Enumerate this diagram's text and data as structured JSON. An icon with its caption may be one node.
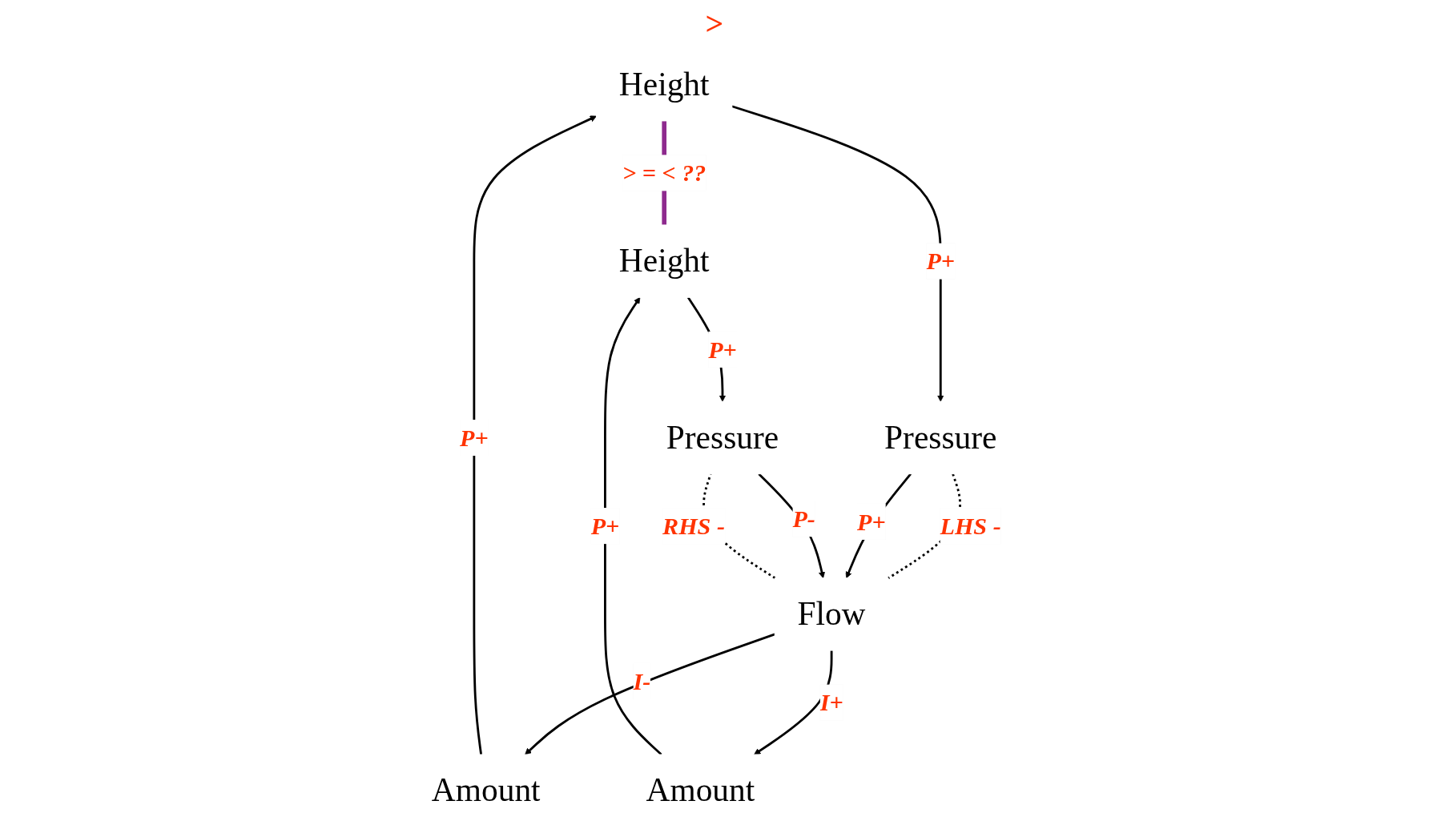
{
  "diagram": {
    "nodes": [
      {
        "text": [
          "Height"
        ]
      },
      {
        "text": [
          "Height"
        ]
      },
      {
        "text": [
          "Amount"
        ]
      },
      {
        "text": [
          "Amount"
        ]
      },
      {
        "text": [
          "Pressure"
        ]
      },
      {
        "text": [
          "Flow"
        ]
      },
      {
        "text": [
          "Pressure"
        ]
      }
    ],
    "edges": [
      {
        "from": 0,
        "to": 1,
        "arrow": "none",
        "label": "> = < ??",
        "style": "thick",
        "color": "#8e2a8e"
      },
      {
        "from": 2,
        "to": 0,
        "arrow": "to",
        "label": "P+"
      },
      {
        "from": 0,
        "to": 4,
        "arrow": "to",
        "label": "P+"
      },
      {
        "from": 3,
        "to": 1,
        "arrow": "to",
        "label": "P+"
      },
      {
        "from": 1,
        "to": 6,
        "arrow": "to",
        "label": "P+"
      },
      {
        "from": 5,
        "to": 2,
        "arrow": "to",
        "label": "I-"
      },
      {
        "from": 5,
        "to": 3,
        "arrow": "to",
        "label": "I+"
      },
      {
        "from": 4,
        "to": 5,
        "arrow": "none",
        "label": "LHS -",
        "style": "dashed"
      },
      {
        "from": 5,
        "to": 6,
        "arrow": "none",
        "label": "RHS -",
        "style": "dashed"
      },
      {
        "from": 4,
        "to": 5,
        "arrow": "to",
        "label": "P+"
      },
      {
        "from": 6,
        "to": 5,
        "arrow": "to",
        "label": "P-"
      }
    ],
    "labels": [
      ">"
    ]
  }
}
